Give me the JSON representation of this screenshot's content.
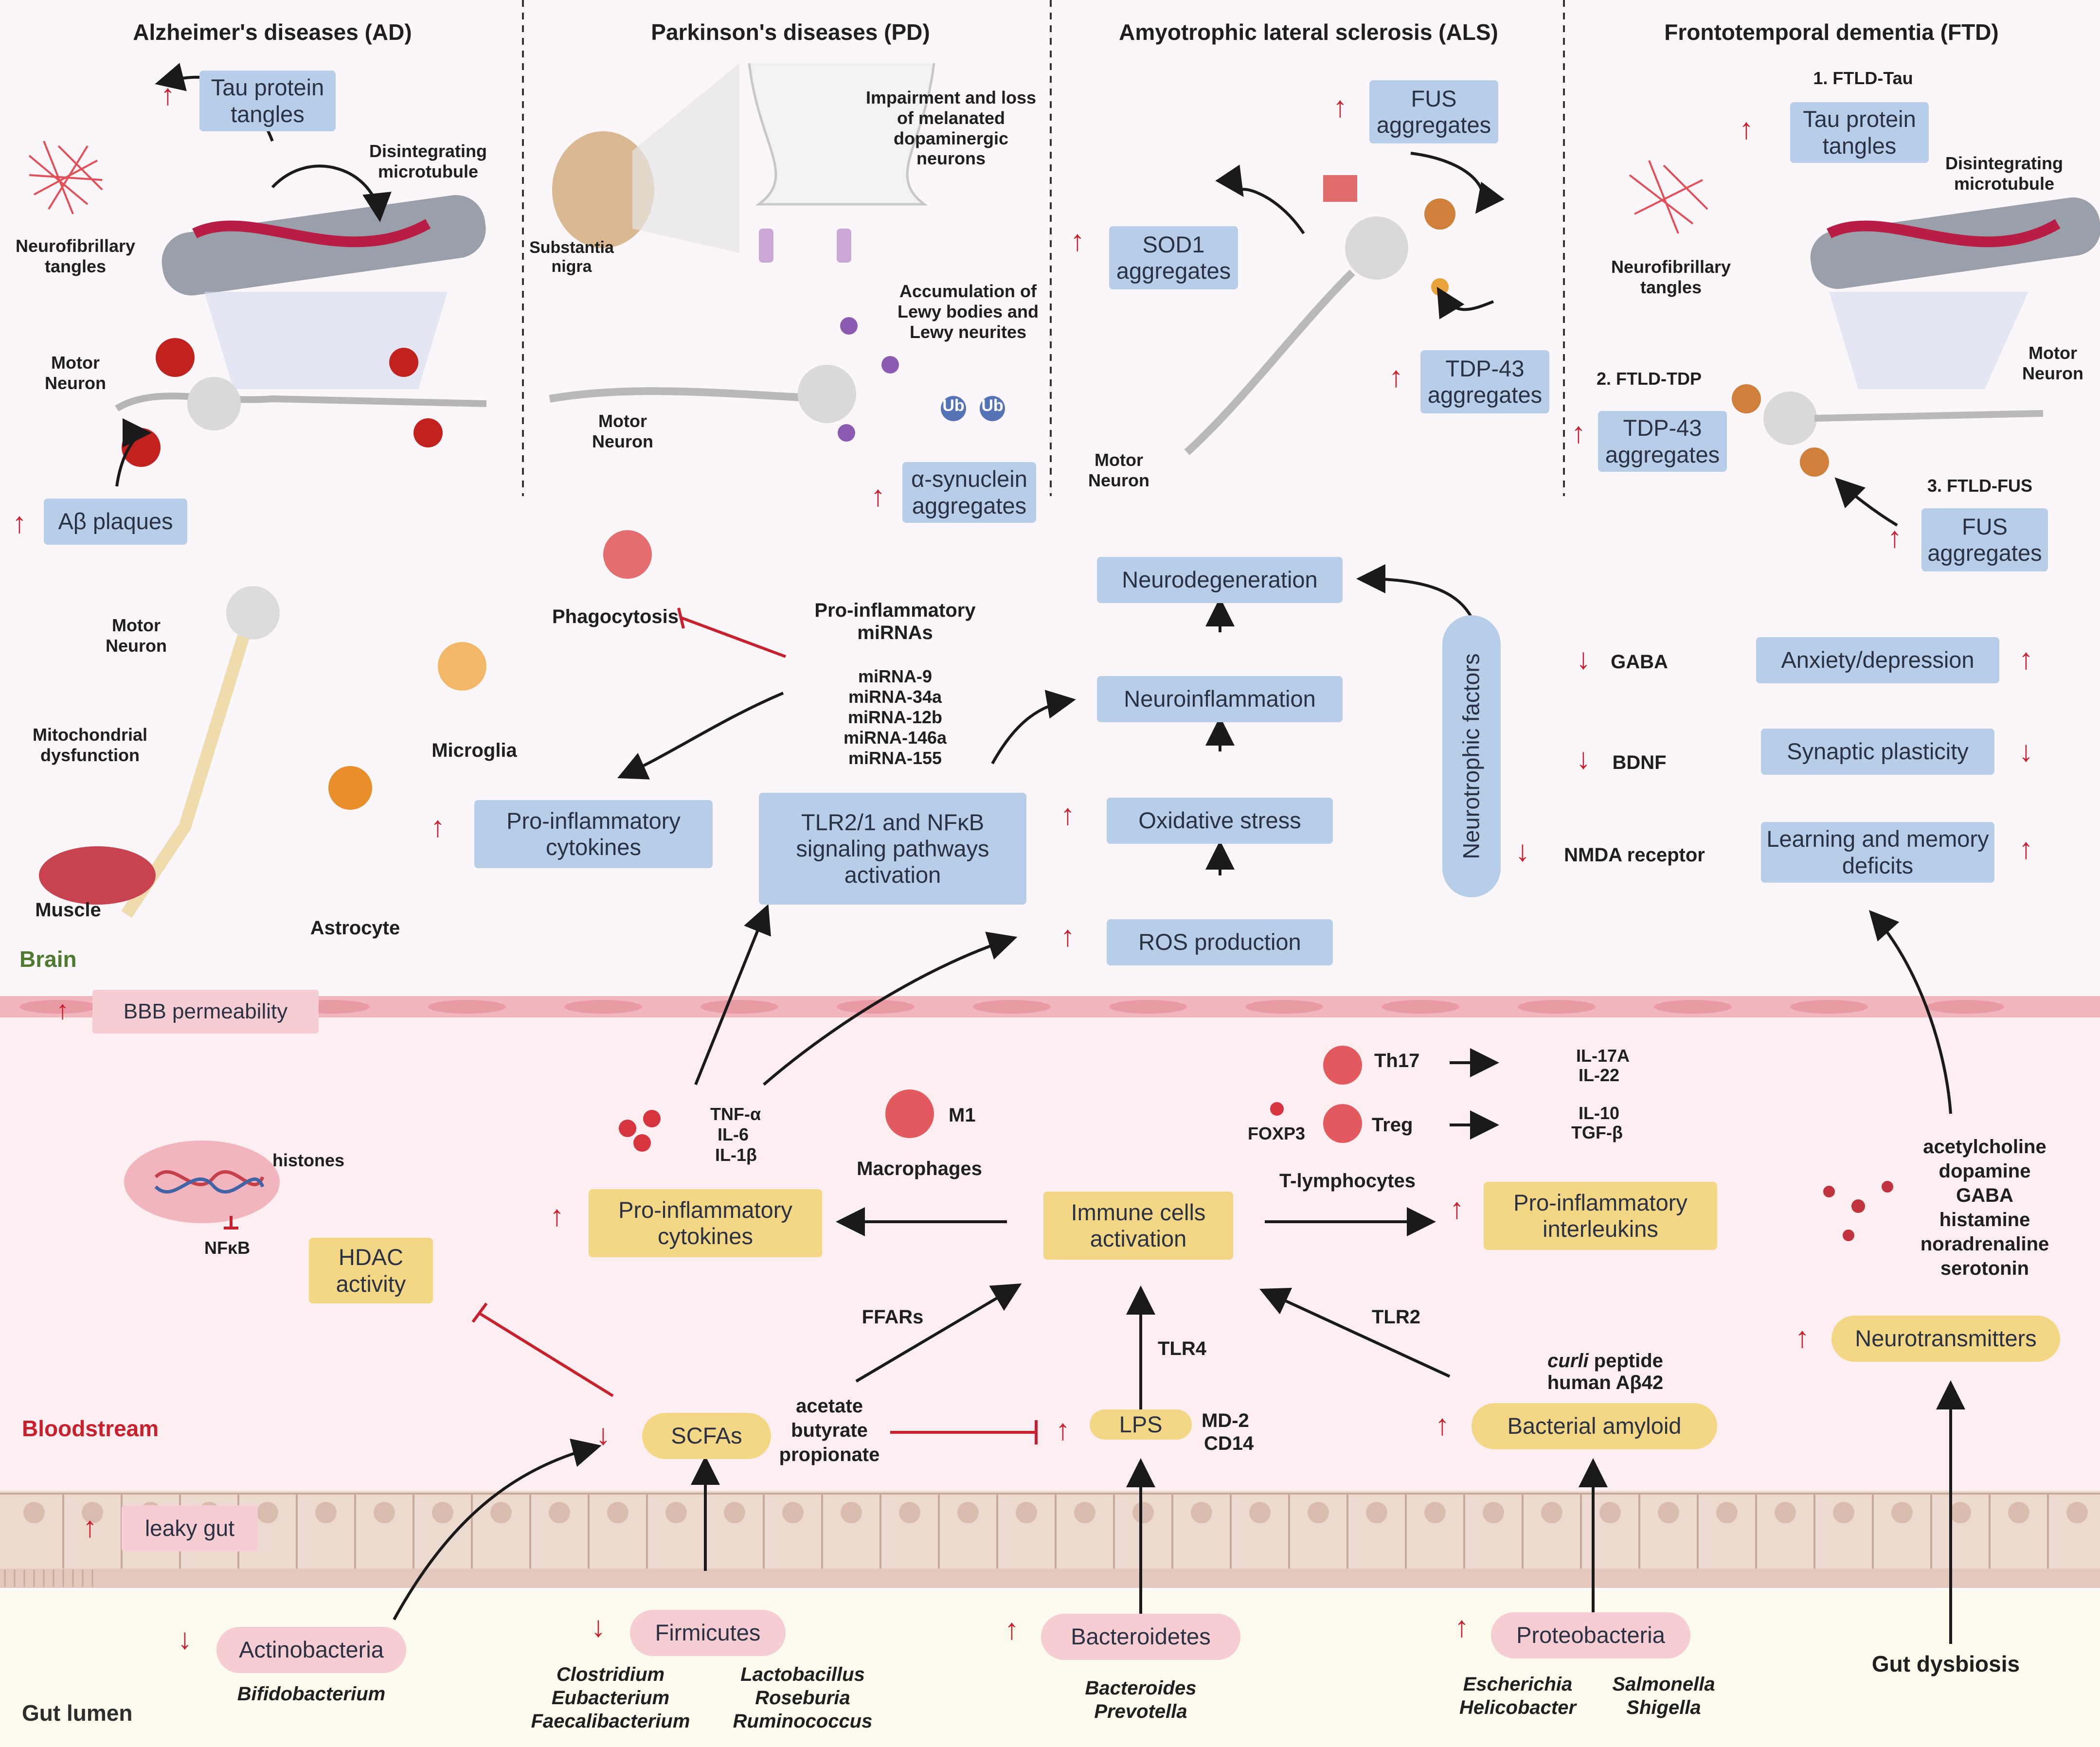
{
  "zones": {
    "brain": "Brain",
    "bloodstream": "Bloodstream",
    "gut_lumen": "Gut lumen"
  },
  "colors": {
    "brain_bg": "#fbf6fa",
    "blood_bg": "#fdeef1",
    "gut_bg": "#fdfbee",
    "blue_box": "#b7cde8",
    "yellow_box": "#f4d784",
    "pink_box": "#f5cdd2",
    "increase_arrow": "#c8202d",
    "decrease_arrow": "#c8202d",
    "inhibit_line": "#c8202d",
    "pathway_arrow": "#1a1a1a"
  },
  "diseases": {
    "ad": {
      "title": "Alzheimer's diseases (AD)",
      "tau": "Tau protein tangles",
      "microtubule": "Disintegrating microtubule",
      "nft": "Neurofibrillary tangles",
      "motor_neuron": "Motor Neuron",
      "abeta": "Aβ plaques"
    },
    "pd": {
      "title": "Parkinson's diseases (PD)",
      "impairment": "Impairment and loss of melanated dopaminergic neurons",
      "substantia": "Substantia nigra",
      "lewy": "Accumulation of Lewy bodies and Lewy neurites",
      "motor_neuron": "Motor Neuron",
      "synuclein": "α-synuclein aggregates",
      "ub1": "Ub",
      "ub2": "Ub"
    },
    "als": {
      "title": "Amyotrophic lateral sclerosis (ALS)",
      "fus": "FUS aggregates",
      "sod1": "SOD1 aggregates",
      "tdp43": "TDP-43 aggregates",
      "motor_neuron": "Motor Neuron"
    },
    "ftd": {
      "title": "Frontotemporal dementia (FTD)",
      "ftld_tau": "1.  FTLD-Tau",
      "tau": "Tau protein tangles",
      "microtubule": "Disintegrating microtubule",
      "nft": "Neurofibrillary tangles",
      "ftld_tdp": "2. FTLD-TDP",
      "tdp43": "TDP-43 aggregates",
      "motor_neuron": "Motor Neuron",
      "ftld_fus": "3. FTLD-FUS",
      "fus": "FUS aggregates"
    }
  },
  "brain": {
    "motor_neuron": "Motor Neuron",
    "mito": "Mitochondrial dysfunction",
    "muscle": "Muscle",
    "microglia": "Microglia",
    "astrocyte": "Astrocyte",
    "phagocytosis": "Phagocytosis",
    "mirna_title": "Pro-inflammatory miRNAs",
    "mirnas": [
      "miRNA-9",
      "miRNA-34a",
      "miRNA-12b",
      "miRNA-146a",
      "miRNA-155"
    ],
    "cytokines": "Pro-inflammatory cytokines",
    "tlr": "TLR2/1 and NFκB signaling pathways activation",
    "neurodegeneration": "Neurodegeneration",
    "neuroinflammation": "Neuroinflammation",
    "oxidative": "Oxidative stress",
    "ros": "ROS production",
    "neurotrophic": "Neurotrophic factors",
    "gaba": "GABA",
    "bdnf": "BDNF",
    "nmda": "NMDA receptor",
    "anxiety": "Anxiety/depression",
    "synaptic": "Synaptic plasticity",
    "learning": "Learning and memory deficits"
  },
  "blood": {
    "bbb": "BBB permeability",
    "tnf": "TNF-α",
    "il6": "IL-6",
    "il1b": "IL-1β",
    "m1": "M1",
    "macrophages": "Macrophages",
    "th17": "Th17",
    "treg": "Treg",
    "foxp3": "FOXP3",
    "il17a": "IL-17A",
    "il22": "IL-22",
    "il10": "IL-10",
    "tgfb": "TGF-β",
    "tlymph": "T-lymphocytes",
    "histones": "histones",
    "nfkb": "NFκB",
    "hdac": "HDAC activity",
    "cytokines": "Pro-inflammatory cytokines",
    "immune": "Immune cells activation",
    "interleukins": "Pro-inflammatory interleukins",
    "neurotransmitter_list": [
      "acetylcholine",
      "dopamine",
      "GABA",
      "histamine",
      "noradrenaline",
      "serotonin"
    ],
    "neurotransmitters": "Neurotransmitters",
    "ffars": "FFARs",
    "tlr4": "TLR4",
    "tlr2": "TLR2",
    "curli": "curli",
    "curli_rest": " peptide",
    "human_abeta": "human Aβ42",
    "scfas": "SCFAs",
    "scfa_list": [
      "acetate",
      "butyrate",
      "propionate"
    ],
    "lps": "LPS",
    "md2": "MD-2",
    "cd14": "CD14",
    "bact_amyloid": "Bacterial amyloid"
  },
  "gut": {
    "leaky": "leaky gut",
    "dysbiosis": "Gut dysbiosis",
    "phyla": [
      {
        "name": "Actinobacteria",
        "trend": "down",
        "genera": [
          "Bifidobacterium"
        ]
      },
      {
        "name": "Firmicutes",
        "trend": "down",
        "genera": [
          "Clostridium",
          "Eubacterium",
          "Faecalibacterium",
          "Lactobacillus",
          "Roseburia",
          "Ruminococcus"
        ]
      },
      {
        "name": "Bacteroidetes",
        "trend": "up",
        "genera": [
          "Bacteroides",
          "Prevotella"
        ]
      },
      {
        "name": "Proteobacteria",
        "trend": "up",
        "genera": [
          "Escherichia",
          "Helicobacter",
          "Salmonella",
          "Shigella"
        ]
      }
    ]
  }
}
